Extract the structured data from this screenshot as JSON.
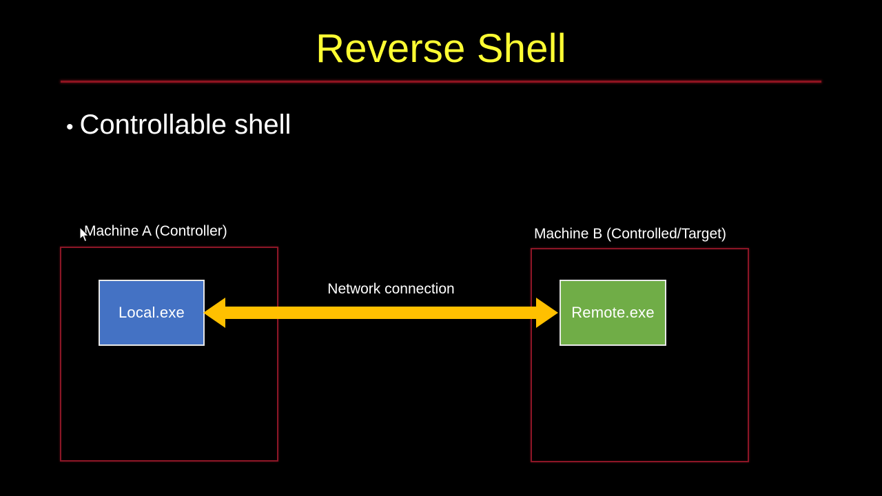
{
  "slide": {
    "title": "Reverse Shell",
    "background_color": "#000000",
    "title_color": "#FFFF33",
    "rule_color": "#8F1420"
  },
  "bullets": [
    {
      "marker": "•",
      "text": "Controllable shell"
    }
  ],
  "diagram": {
    "machine_a": {
      "label": "Machine A (Controller)",
      "border_color": "#8C1626",
      "process": {
        "name": "Local.exe",
        "fill_color": "#4472C4",
        "border_color": "#E8E8E8",
        "text_color": "#FFFFFF"
      }
    },
    "machine_b": {
      "label": "Machine B (Controlled/Target)",
      "border_color": "#8C1626",
      "process": {
        "name": "Remote.exe",
        "fill_color": "#70AD47",
        "border_color": "#E8E8E8",
        "text_color": "#FFFFFF"
      }
    },
    "connection": {
      "label": "Network connection",
      "arrow_color": "#FFC000",
      "arrow_style": "double-headed"
    }
  },
  "cursor": {
    "icon": "mouse-pointer-icon",
    "color": "#FFFFFF"
  }
}
